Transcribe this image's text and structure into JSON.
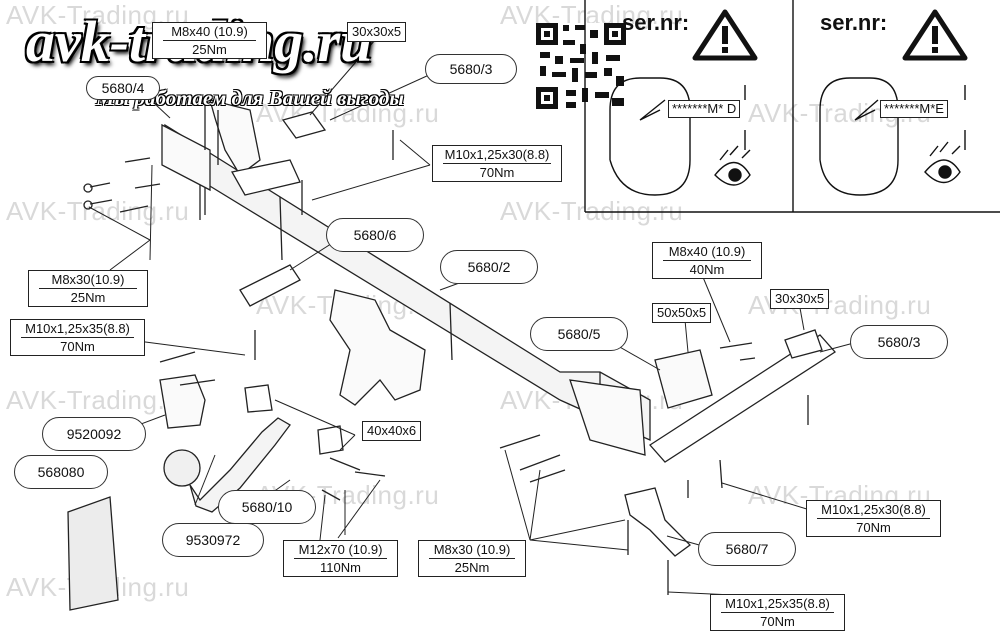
{
  "brand": {
    "logo": "avk-trading.ru",
    "slogan": "Мы работаем для Вашей выгоды"
  },
  "watermarks": [
    "AVK-Trading.ru",
    "AVK-Trading.ru",
    "AVK-Trading.ru",
    "AVK-Trading.ru",
    "AVK-Trading.ru",
    "AVK-Trading.ru",
    "AVK-Trading.ru",
    "AVK-Trading.ru",
    "AVK-Trading.ru",
    "AVK-Trading.ru",
    "AVK-Trading.ru",
    "AVK-Trading.ru",
    "AVK-Trading.ru"
  ],
  "serial_panels": [
    {
      "title": "ser.nr:",
      "code": "*******M* D"
    },
    {
      "title": "ser.nr:",
      "code": "*******M*E"
    }
  ],
  "part_numbers": {
    "p5680_4": "5680/4",
    "p5680_6": "5680/6",
    "p5680_2": "5680/2",
    "p5680_5": "5680/5",
    "p5680_3": "5680/3",
    "p9520092": "9520092",
    "p568080": "568080",
    "p5680_10": "5680/10",
    "p9530972": "9530972",
    "p5680_7": "5680/7",
    "p5680_3_top": "5680/3"
  },
  "plates": {
    "top_30x30x5": "30x30x5",
    "right_50x50x5": "50x50x5",
    "right_30x30x5": "30x30x5",
    "mid_40x40x6": "40x40x6"
  },
  "bolts": [
    {
      "spec": "M8x40 (10.9)",
      "torque": "25Nm"
    },
    {
      "spec": "M10x1,25x30(8.8)",
      "torque": "70Nm"
    },
    {
      "spec": "M8x30(10.9)",
      "torque": "25Nm"
    },
    {
      "spec": "M10x1,25x35(8.8)",
      "torque": "70Nm"
    },
    {
      "spec": "M8x40 (10.9)",
      "torque": "40Nm"
    },
    {
      "spec": "M10x1,25x30(8.8)",
      "torque": "70Nm"
    },
    {
      "spec": "M12x70 (10.9)",
      "torque": "110Nm"
    },
    {
      "spec": "M8x30 (10.9)",
      "torque": "25Nm"
    },
    {
      "spec": "M10x1,25x35(8.8)",
      "torque": "70Nm"
    }
  ]
}
